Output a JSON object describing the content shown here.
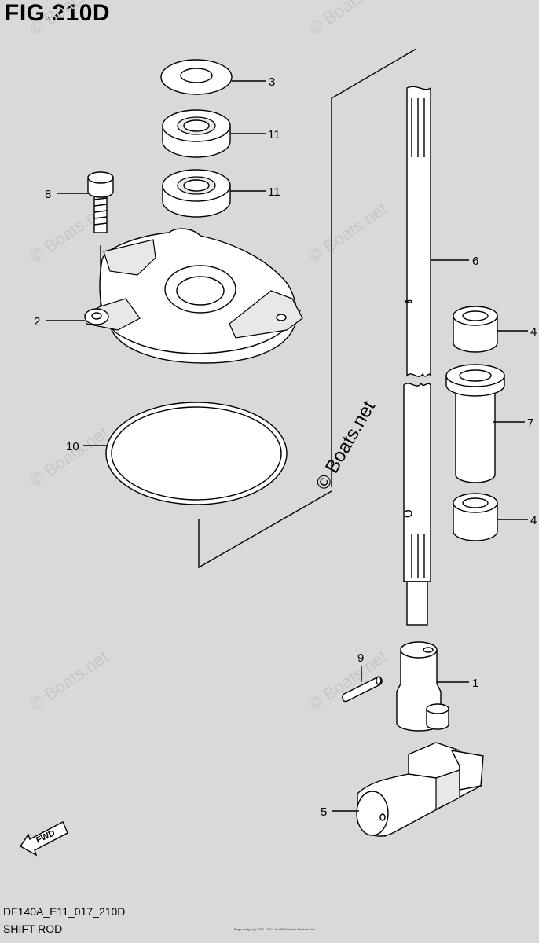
{
  "figure": {
    "title": "FIG.210D",
    "code": "DF140A_E11_017_210D",
    "subtitle": "SHIFT ROD",
    "watermark": "© Boats.net",
    "copyright": "Page design (c) 2004 - 2017 by ARI Network Services, Inc.",
    "fwd_label": "FWD"
  },
  "callouts": [
    {
      "id": "c3",
      "label": "3"
    },
    {
      "id": "c11a",
      "label": "11"
    },
    {
      "id": "c11b",
      "label": "11"
    },
    {
      "id": "c8",
      "label": "8"
    },
    {
      "id": "c2",
      "label": "2"
    },
    {
      "id": "c10",
      "label": "10"
    },
    {
      "id": "c6",
      "label": "6"
    },
    {
      "id": "c4a",
      "label": "4"
    },
    {
      "id": "c7",
      "label": "7"
    },
    {
      "id": "c4b",
      "label": "4"
    },
    {
      "id": "c9",
      "label": "9"
    },
    {
      "id": "c1",
      "label": "1"
    },
    {
      "id": "c5",
      "label": "5"
    }
  ]
}
